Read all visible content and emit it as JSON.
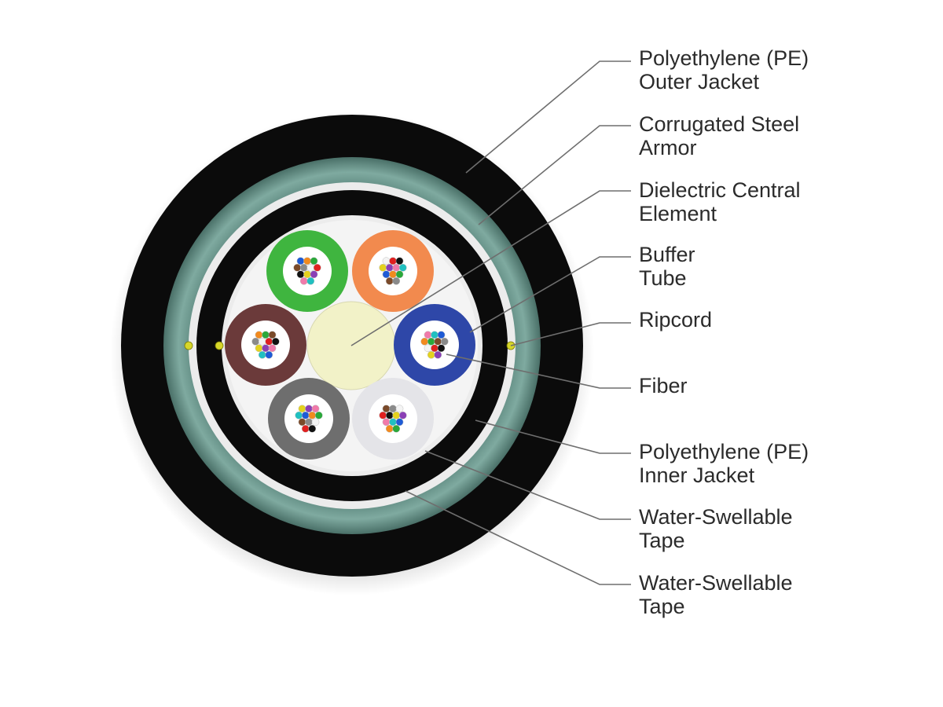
{
  "diagram": {
    "colors": {
      "outer_jacket": "#0b0b0b",
      "armor": "#5f8c82",
      "armor_highlight": "#9fc4bb",
      "tape": "#ececec",
      "inner_jacket": "#0b0b0b",
      "core_fill": "#f4f4f4",
      "central_element": "#f2f2c8",
      "ripcord": "#d6d62a",
      "leader_line": "#6e6e6e",
      "label_text": "#2b2b2b"
    },
    "buffer_tubes": [
      {
        "name": "green-tube",
        "color": "#3fb53f"
      },
      {
        "name": "orange-tube",
        "color": "#f28a4e"
      },
      {
        "name": "blue-tube",
        "color": "#2e47a8"
      },
      {
        "name": "white-tube",
        "color": "#e4e4e8"
      },
      {
        "name": "gray-tube",
        "color": "#6e6e6e"
      },
      {
        "name": "brown-tube",
        "color": "#6b3a3a"
      }
    ],
    "fiber_colors": [
      "#1e5bd6",
      "#f28a1e",
      "#2aa83a",
      "#7a4a2a",
      "#8a8a8a",
      "#f4f4f4",
      "#e02020",
      "#111111",
      "#e4d21e",
      "#8a3fb5",
      "#f07aaa",
      "#20c0c0"
    ],
    "labels": [
      {
        "key": "outer_jacket",
        "lines": [
          "Polyethylene (PE)",
          "Outer Jacket"
        ]
      },
      {
        "key": "armor",
        "lines": [
          "Corrugated Steel",
          "Armor"
        ]
      },
      {
        "key": "central_element",
        "lines": [
          "Dielectric Central",
          "Element"
        ]
      },
      {
        "key": "buffer_tube",
        "lines": [
          "Buffer",
          "Tube"
        ]
      },
      {
        "key": "ripcord",
        "lines": [
          "Ripcord"
        ]
      },
      {
        "key": "fiber",
        "lines": [
          "Fiber"
        ]
      },
      {
        "key": "inner_jacket",
        "lines": [
          "Polyethylene (PE)",
          "Inner Jacket"
        ]
      },
      {
        "key": "tape_inner",
        "lines": [
          "Water-Swellable",
          "Tape"
        ]
      },
      {
        "key": "tape_outer",
        "lines": [
          "Water-Swellable",
          "Tape"
        ]
      }
    ]
  }
}
